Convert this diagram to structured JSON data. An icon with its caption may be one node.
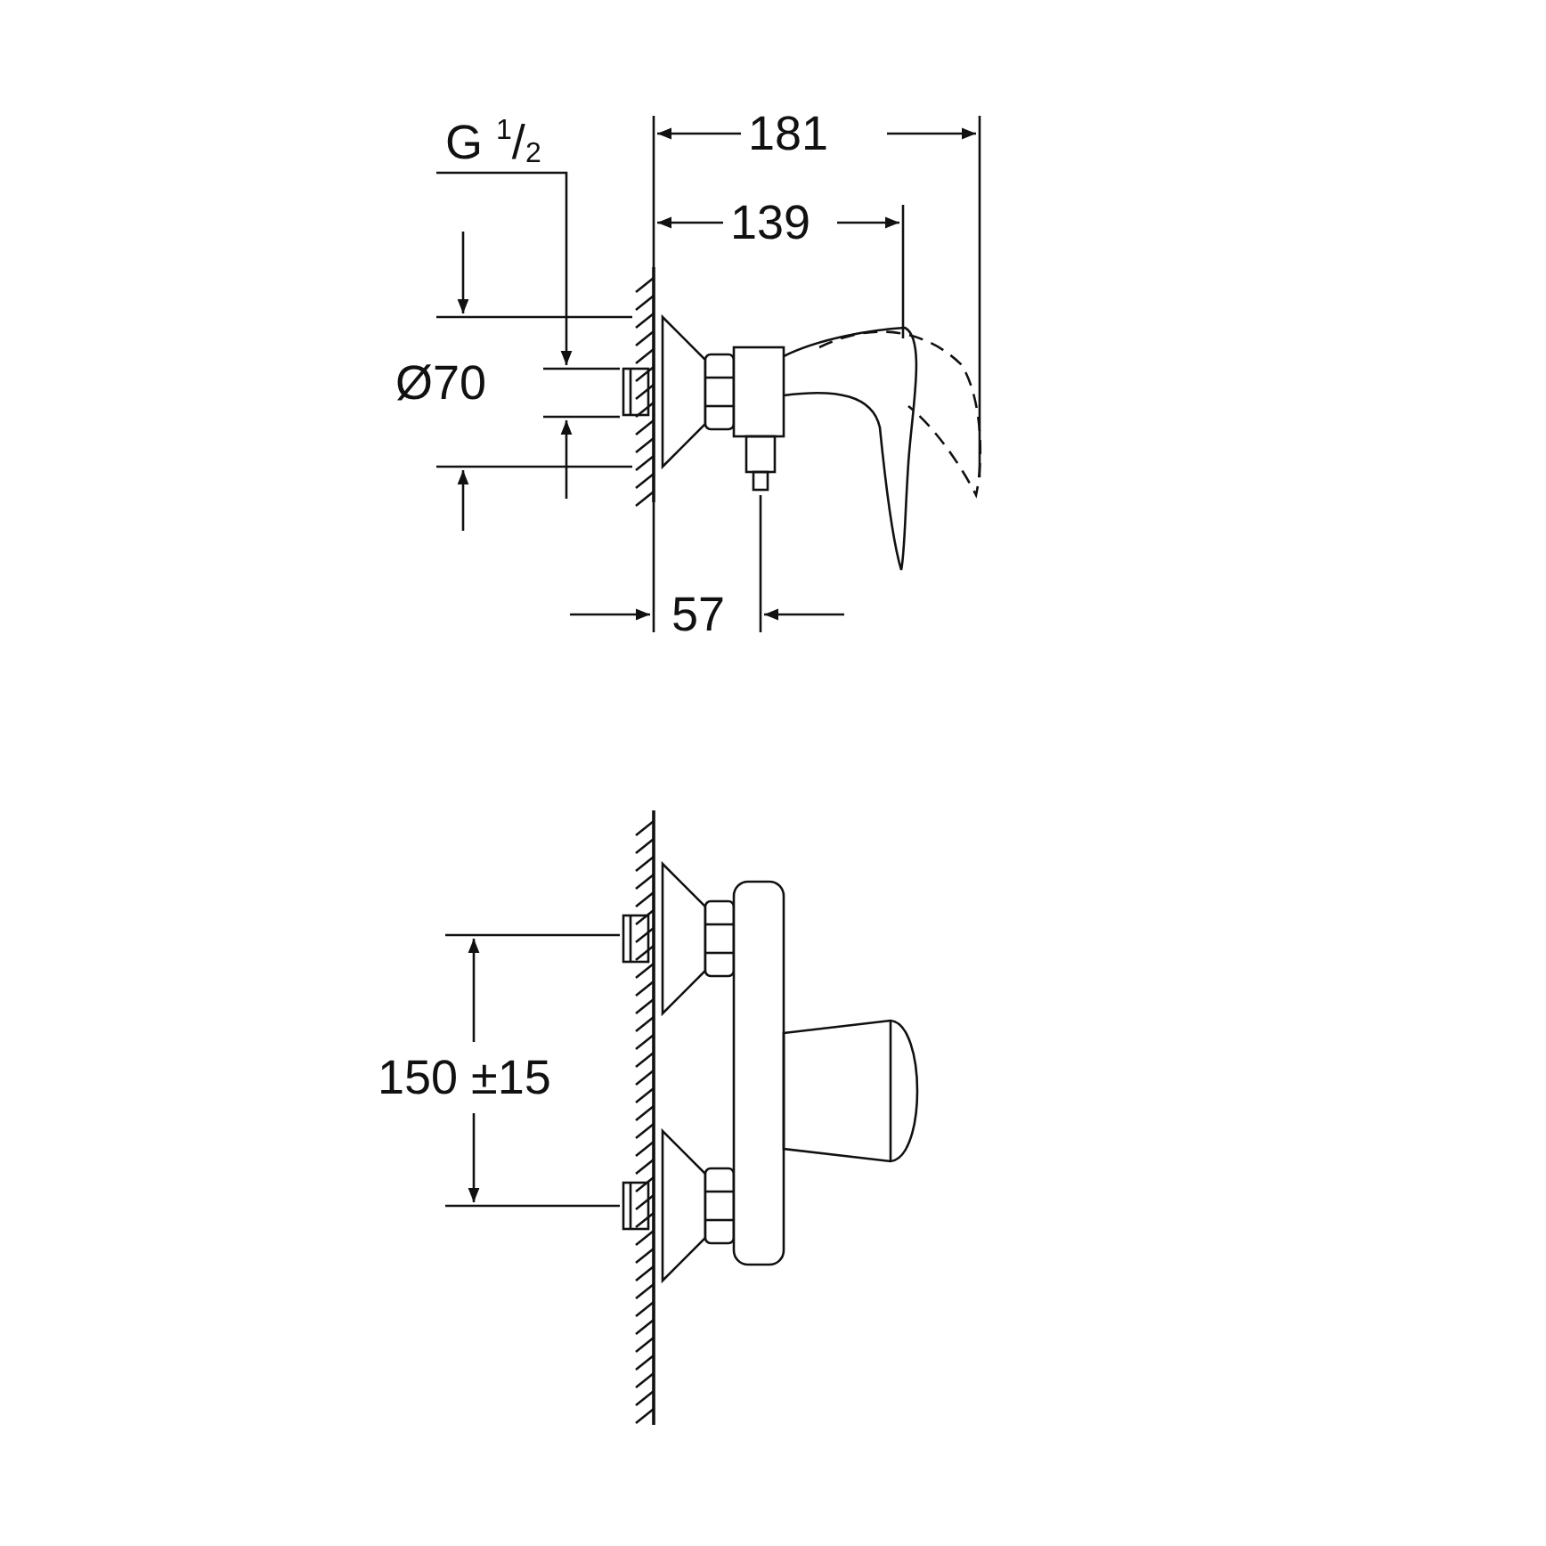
{
  "diagram": {
    "labels": [
      "G $^{1}$/$_{2}$",
      "181",
      "139",
      "Ø70",
      "57",
      "150 ±15"
    ]
  }
}
